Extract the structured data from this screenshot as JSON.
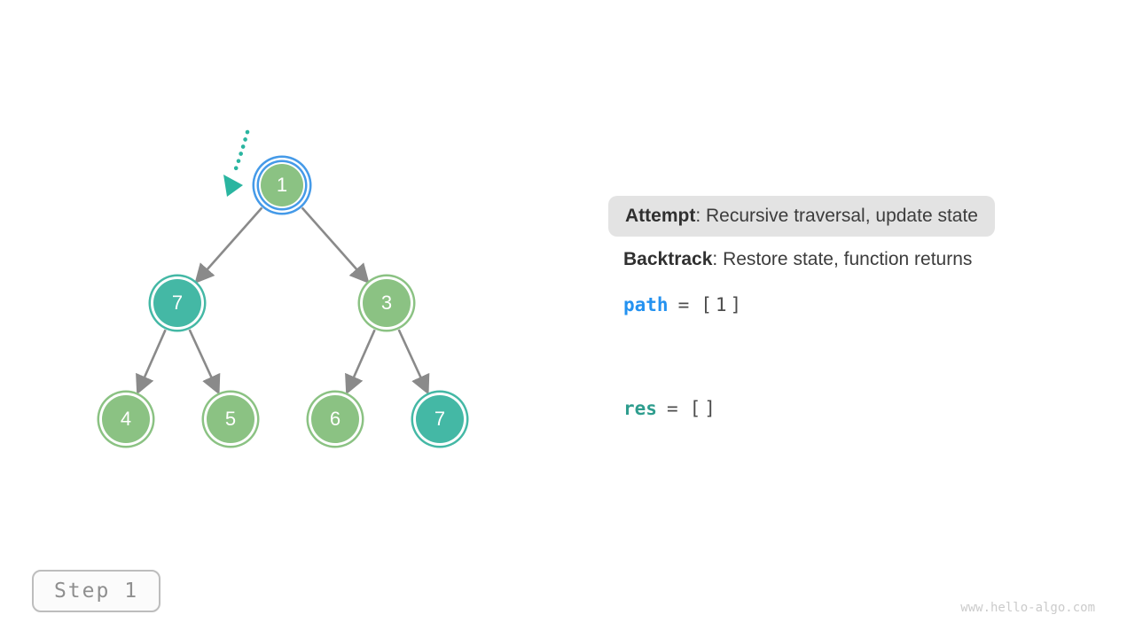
{
  "palette": {
    "node-green": "#8bc283",
    "node-teal": "#44b8a5",
    "ring-blue": "#459ae8",
    "edge-gray": "#8a8a8a",
    "pointer-teal": "#2ab5a0",
    "path-blue": "#2492f0",
    "res-teal": "#2e9d8e",
    "text-dark": "#3c3c3c",
    "value-gray": "#4c4c4c",
    "callout-bg": "#e3e3e3"
  },
  "tree": {
    "nodes": [
      {
        "value": "1",
        "state": "current"
      },
      {
        "value": "7",
        "state": "visited"
      },
      {
        "value": "3",
        "state": "unvisited"
      },
      {
        "value": "4",
        "state": "unvisited"
      },
      {
        "value": "5",
        "state": "unvisited"
      },
      {
        "value": "6",
        "state": "unvisited"
      },
      {
        "value": "7",
        "state": "visited"
      }
    ]
  },
  "panel": {
    "attempt_term": "Attempt",
    "attempt_rest": ": Recursive traversal, update state",
    "backtrack_term": "Backtrack",
    "backtrack_rest": ": Restore state, function returns",
    "variables": [
      {
        "name": "path",
        "equals": "=",
        "value": "[1]"
      },
      {
        "name": "res",
        "equals": "=",
        "value": "[]"
      }
    ]
  },
  "footer": {
    "step_label": "Step 1",
    "watermark": "www.hello-algo.com"
  }
}
